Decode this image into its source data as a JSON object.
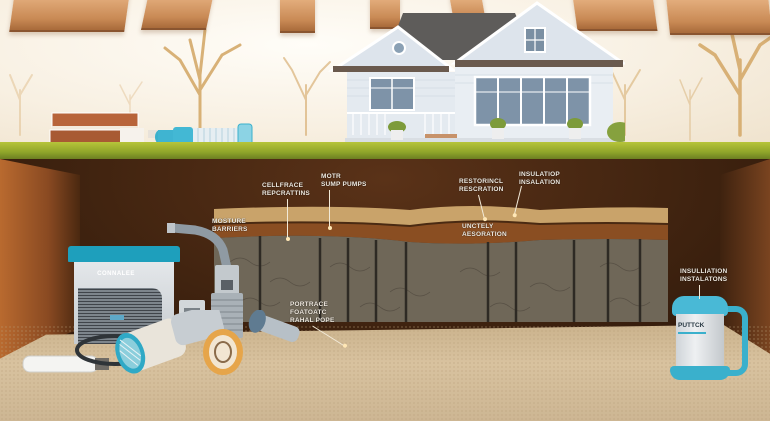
{
  "scene": {
    "description": "Crawlspace cross-section illustration: house above ground, underground crawlspace with moisture barrier wall panels and equipment",
    "colors": {
      "sky": "#f8f0e2",
      "grass": "#8fa52a",
      "soil": "#3e220f",
      "floor_sand": "#d8c29f",
      "barrier_panel": "#6f6758",
      "accent_teal": "#3ab0cc",
      "beam_wood": "#c98a55"
    }
  },
  "house": {
    "wall_color": "#dde4ec",
    "roof_color": "#5e5c5a"
  },
  "labels": {
    "cellspace": {
      "line1": "CELLFRACE",
      "line2": "REPCRATTINS"
    },
    "motr": {
      "line1": "MOTR",
      "line2": "SUMP PUMPS"
    },
    "restoring": {
      "line1": "RESTORINCL",
      "line2": "RESCRATION"
    },
    "insulation_top": {
      "line1": "INSULATIOP",
      "line2": "INSALATION"
    },
    "moisture": {
      "line1": "MOSTURE",
      "line2": "BARRIERS"
    },
    "unctely": {
      "line1": "UNCTELY",
      "line2": "AESORATION"
    },
    "insulation_right": {
      "line1": "INSULLIATION",
      "line2": "INSTALATONS"
    },
    "portrace": {
      "line1": "PORTRACE",
      "line2": "FOATOATC",
      "line3": "RAHAL POPE"
    }
  },
  "equipment": {
    "dehumidifier_brand": "CONNALEE",
    "container_brand": "PUTTCK"
  }
}
